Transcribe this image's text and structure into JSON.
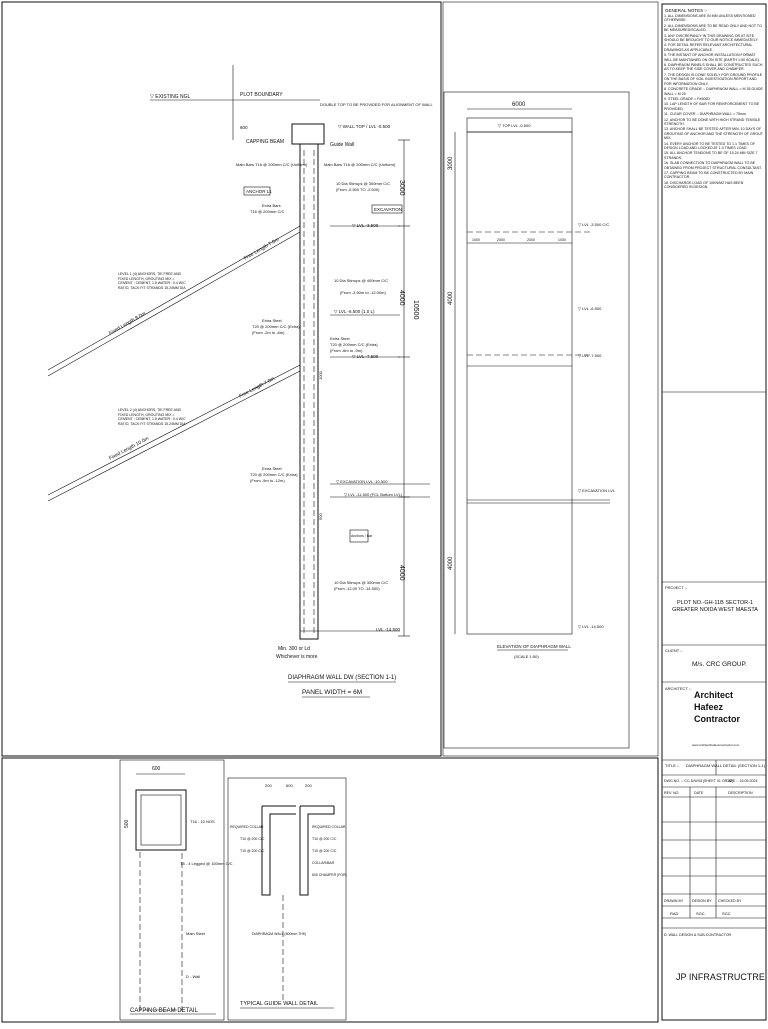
{
  "section": {
    "ngl": "▽ EXISTING NGL",
    "plot_boundary": "PLOT BOUNDARY",
    "capping_beam": "CAPPING BEAM",
    "guide_wall": "Guide Wall",
    "double_top_note": "DOUBLE TOP TO BE PROVIDED FOR ALIGNMENT OF WALL",
    "top_of_wall": "▽ WALL TOP / LVL -0.500",
    "main_bars_left": "Main Bars T16 @ 200mm C/C (Uniform)",
    "main_bars_right": "Main Bars T16 @ 200mm C/C (Uniform)",
    "stirrups_top": "10 Dia Stirrups @ 300mm C/C",
    "stirrups_top_range": "(From -0.500 TO -2.500)",
    "anchor_label_1": "ANCHOR L1",
    "anchor_label_2": "EXCAVATION",
    "extra_bars_1": "Extra Bars",
    "extra_bars_1b": "T16 @ 200mm C/C",
    "lvl_1": "▽ LVL -3.500",
    "stirrups_mid": "10 Dia Stirrups @ 400mm C/C",
    "stirrups_mid_range": "(From -3.50m to -12.00m)",
    "lvl_2": "▽ LVL -6.500 (1.0 L)",
    "extra_bars_2": "Extra Steel",
    "extra_bars_2b": "T20 @ 200mm C/C (Extra)",
    "extra_bars_2c": "(From -2m to -8m)",
    "extra_bars_3": "Extra Steel",
    "extra_bars_3b": "T20 @ 200mm C/C (Extra)",
    "extra_bars_3c": "(From -6m to -9m)",
    "lvl_3": "▽ LVL -7.500",
    "extra_bars_4": "Extra Steel",
    "extra_bars_4b": "T20 @ 200mm C/C (Extra)",
    "extra_bars_4c": "(From -9m to -12m)",
    "lvl_4": "▽ EXCAVATION LVL -10.500",
    "lvl_5": "▽ LVL -11.500 (FCL Bottom LVL)",
    "stirrups_bot": "10 Dia Stirrups @ 300mm C/C",
    "stirrups_bot_range": "(From -12.00 TO -14.500)",
    "anchor_box": "Anchors / Bar",
    "lvl_6": "LVL -14.500",
    "free_length_1": "Free Length 7.0m",
    "bond_length_1": "Fixed Length 8.0m",
    "free_length_2": "Free Length 7.0m",
    "bond_length_2": "Fixed Length 10.0m",
    "anchor_note_1": "LEVEL 1 (4) ANCHORS, TIE FREE AND FIXED LENGTH, GROUTING MIX = CEMENT : CEMENT, 1.5 WATER : 0.4 W/C RATIO, TACK FIT STRANDS 15.24MM DIA",
    "anchor_note_2": "LEVEL 2 (4) ANCHORS, TIE FREE AND FIXED LENGTH, GROUTING MIX = CEMENT : CEMENT, 1.5 WATER : 0.4 W/C RATIO, TACK FIT STRANDS 15.24MM DIA",
    "lap_note": "Min. 300 or Ld",
    "lap_note_2": "Whichever is more",
    "dim_3000": "3000",
    "dim_4000a": "4000",
    "dim_10500": "10500",
    "dim_4000b": "4000",
    "dim_600": "600",
    "dim_1000": "1000",
    "dim_500": "500",
    "title": "DIAPHRAGM WALL DW (SECTION 1-1)",
    "subtitle": "PANEL WIDTH = 6M"
  },
  "elevation": {
    "width_dim": "6000",
    "top_lvl": "▽ TOP LVL -0.500",
    "anc_lvl_1": "▽ LVL -3.500 C/C",
    "anc_lvl_2": "▽ LVL -6.500",
    "anc_lvl_3": "▽ LVL -7.500",
    "exc_lvl": "▽ EXCAVATION LVL",
    "bot_lvl": "▽ LVL -14.500",
    "spacings": [
      "1000",
      "2000",
      "2000",
      "1000"
    ],
    "dim_top": "3000",
    "dim_mid": "4000",
    "dim_bot": "4000",
    "title": "ELEVATION OF DIAPHRAGM WALL",
    "scale": "(SCALE 1:50)"
  },
  "capping": {
    "width": "600",
    "height": "500",
    "top_bars": "T16 - 10 NOS",
    "links": "T8 - 4 Legged @ 150mm C/C",
    "main_steel": "Main Steel",
    "dwall": "D - Wall",
    "title": "CAPPING BEAM DETAIL"
  },
  "guide": {
    "dims": [
      "200",
      "600",
      "200"
    ],
    "labels_left": [
      "REQUIRED COLLAR",
      "T10 @ 200 C/C",
      "T10 @ 200 C/C"
    ],
    "labels_right": [
      "REQUIRED COLLAR",
      "T10 @ 200 C/C",
      "T10 @ 200 C/C",
      "COLLAR/BAR",
      "600 CHAMFER (FOR)"
    ],
    "dwall_label": "DIAPHRAGM WALL (600mm THK)",
    "title": "TYPICAL GUIDE WALL DETAIL"
  },
  "notes": {
    "heading": "GENERAL NOTES :-",
    "items": [
      "1. ALL DIMENSIONS ARE IN MM UNLESS MENTIONED OTHERWISE.",
      "2. ALL DIMENSIONS ARE TO BE READ ONLY AND NOT TO BE MEASURED/SCALED.",
      "3. ANY DISCREPANCY IN THIS DRAWING OR AT SITE SHOULD BE BROUGHT TO OUR NOTICE IMMEDIATELY.",
      "4. FOR DETAIL REFER RELEVANT ARCHITECTURAL DRAWINGS AS APPLICABLE.",
      "5. THE INSTANT OF ANCHOR INSTALLATION FORMAT WILL BE MAINTAINED ON ON SITE (EARTH 1:50 SCALE).",
      "6. DIAPHRAGM PANELS SHALL BE CONSTRUCTED SUCH AS TO KEEP THE SIDE COVER AND CHAMFER.",
      "7. THE DESIGN IS DONE SOLELY FOR GROUND PROFILE ON THE BASIS OF SOIL INVESTIGATION REPORT AND FOR INFORMATION ONLY.",
      "8. CONCRETE GRADE :-  DIAPHRAGM WALL = M 35   GUIDE WALL = M 25",
      "9. STEEL GRADE = Fe500D",
      "10. LAP LENGTH OF BAR FOR REINFORCEMENT TO BE PROVIDED.",
      "11. CLEAR COVER :-  DIAPHRAGM WALL = 75mm",
      "12. ANCHOR TO BE DONE WITH HIGH STRAND TENSILE STRENGTH.",
      "13. ANCHOR SHALL BE TESTED AFTER MIN. 10 DAYS OF GROUTING OF ANCHOR AND THE STRENGTH OF GROUT MIX.",
      "14. EVERY ANCHOR TO BE TESTED TO 1.1 TIMES OF DESIGN LOAD AND LOCKED AT 1.0 TIMES LOAD.",
      "15. ALL ANCHOR TENDONS TO BE OF 15.24 MM SIZE 7 STRANDS.",
      "16. SLAB CONNECTION TO DIAPHRAGM WALL TO BE OBTAINED FROM PROJECT STRUCTURAL CONSULTANT.",
      "17. CAPPING BEAM TO BE CONSTRUCTED BY MAIN CONTRACTOR.",
      "18. DISCHARGE LOAD OF 10KN/M2 HAS BEEN CONSIDERED IN DESIGN."
    ]
  },
  "titleblock": {
    "project_label": "PROJECT :-",
    "project": "PLOT NO.-GH-11B SECTOR-1 GREATER NOIDA WEST MAESTA",
    "client_label": "CLIENT :-",
    "client": "M/s. CRC GROUP.",
    "architect_label": "ARCHITECT :-",
    "architect_line1": "Architect",
    "architect_line2": "Hafeez",
    "architect_line3": "Contractor",
    "architect_website": "www.architecthafeezcontractor.com",
    "title_label": "TITLE :-",
    "title": "DIAPHRAGM WALL DETAIL (SECTION 1-1)",
    "dwg_no": "DWG NO. :- CC-D/W/01(SHEET 01 OF 02)",
    "date": "DATE :- 15.05.2024",
    "rev_headers": [
      "REV. NO.",
      "DATE",
      "DESCRIPTION"
    ],
    "sign_headers": [
      "DRAWN BY",
      "DESIGN BY",
      "CHECKED BY"
    ],
    "sign_values": [
      "RAD",
      "SGC",
      "SGC"
    ],
    "contractor_label": "D. WALL DESIGN & SUB-CONTRACTOR",
    "contractor": "JP INFRASTRUCTRE"
  }
}
